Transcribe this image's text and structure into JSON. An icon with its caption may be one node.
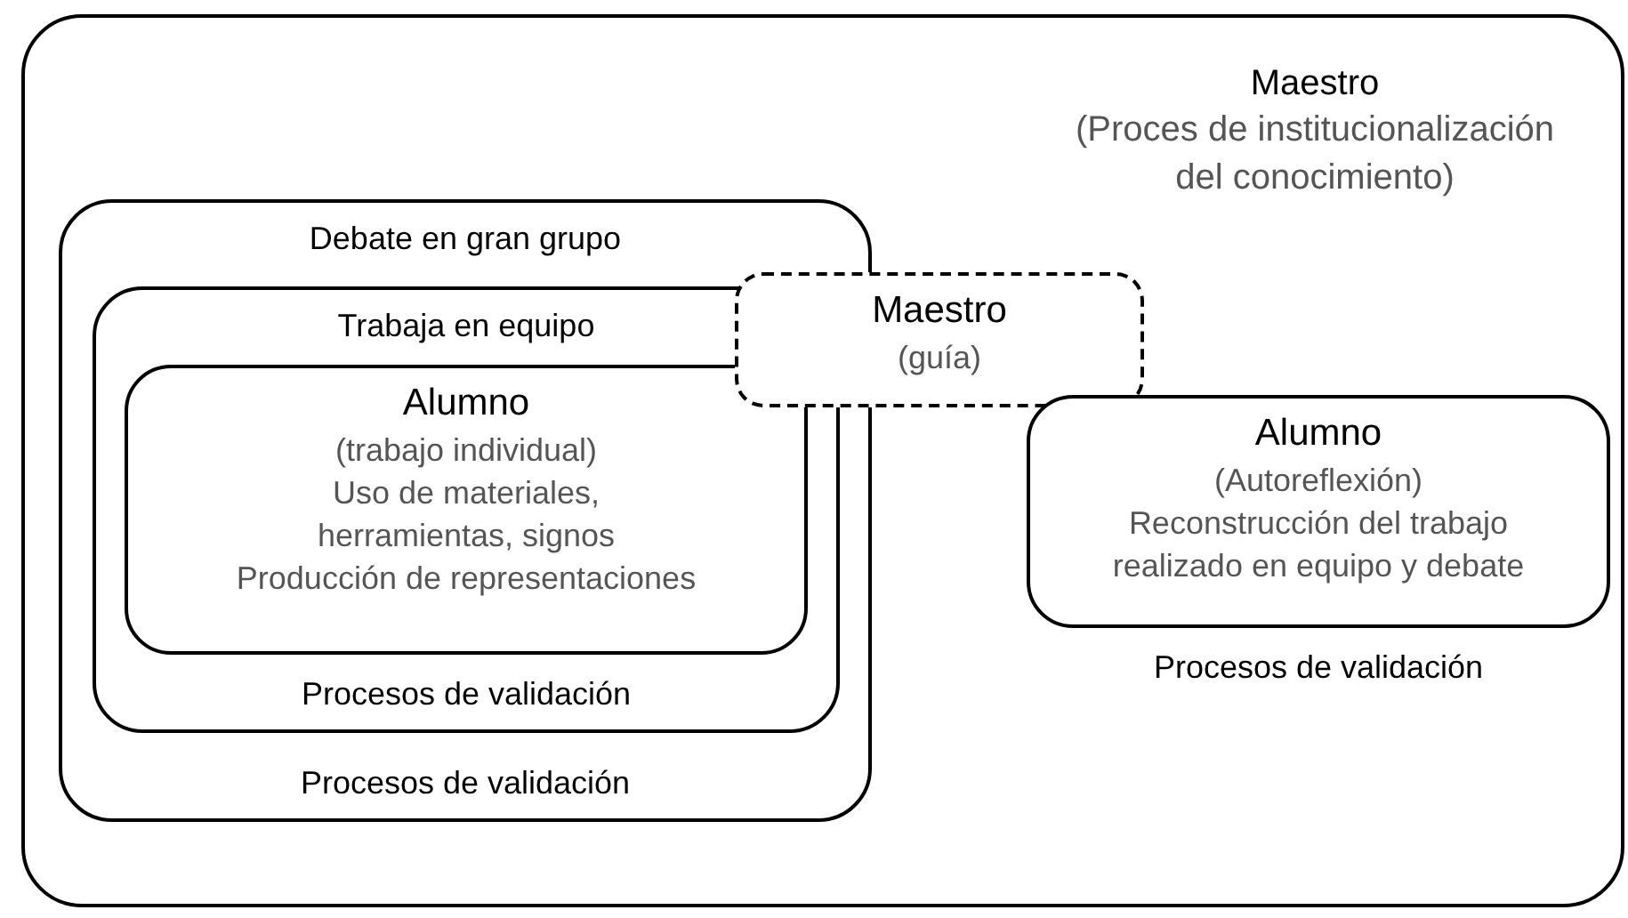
{
  "diagram": {
    "nodes": [
      {
        "text": [
          "Maestro",
          "(Proces de institucionalización del conocimiento)"
        ]
      },
      {
        "text": [
          "Debate en gran grupo",
          "Procesos de validación"
        ],
        "in": 0
      },
      {
        "text": [
          "Trabaja en equipo",
          "Procesos de validación"
        ],
        "in": 1
      },
      {
        "text": [
          "Alumno",
          "(trabajo individual)",
          "Uso de materiales, herramientas, signos",
          "Producción de representaciones"
        ],
        "in": 2
      },
      {
        "text": [
          "Maestro",
          "(guía)"
        ],
        "in": 0
      },
      {
        "text": [
          "Alumno",
          "(Autoreflexión)",
          "Reconstrucción del trabajo realizado en equipo y debate"
        ],
        "in": 0,
        "beside": [
          "Procesos de validación"
        ]
      }
    ]
  }
}
